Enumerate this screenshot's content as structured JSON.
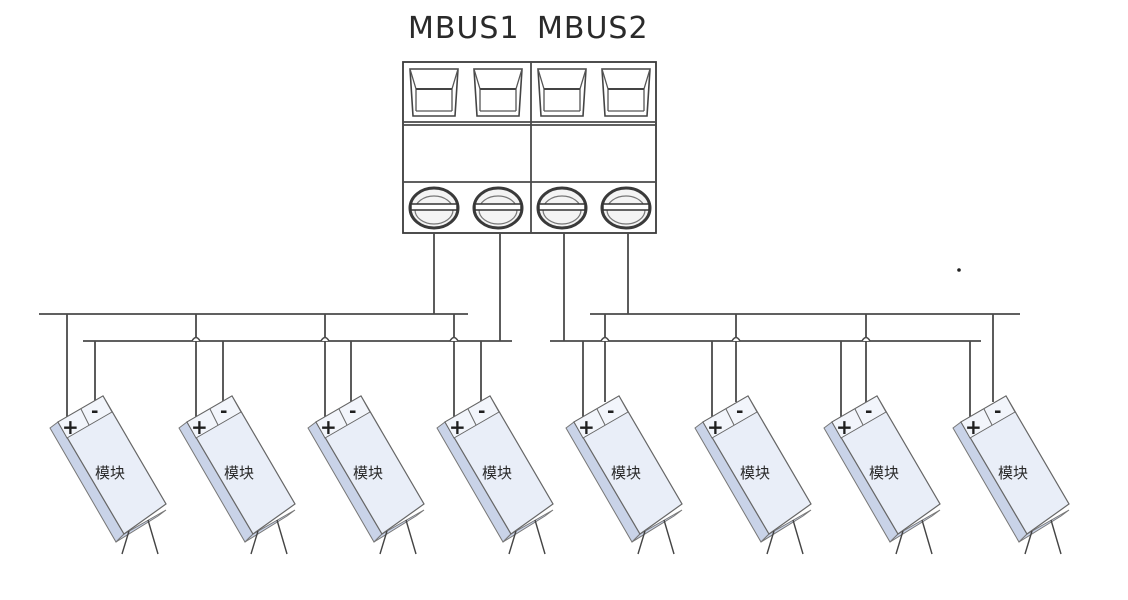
{
  "diagram": {
    "title_left": "MBUS1",
    "title_right": "MBUS2",
    "connector": {
      "name": "MBUS terminal block",
      "terminal_count": 4,
      "groups": [
        "MBUS1",
        "MBUS2"
      ]
    },
    "module_label": "模块",
    "pin_plus": "+",
    "pin_minus": "-",
    "groups": [
      {
        "bus": "MBUS1",
        "modules": [
          {
            "label": "模块",
            "plus": "+",
            "minus": "-"
          },
          {
            "label": "模块",
            "plus": "+",
            "minus": "-"
          },
          {
            "label": "模块",
            "plus": "+",
            "minus": "-"
          },
          {
            "label": "模块",
            "plus": "+",
            "minus": "-"
          }
        ]
      },
      {
        "bus": "MBUS2",
        "modules": [
          {
            "label": "模块",
            "plus": "+",
            "minus": "-"
          },
          {
            "label": "模块",
            "plus": "+",
            "minus": "-"
          },
          {
            "label": "模块",
            "plus": "+",
            "minus": "-"
          },
          {
            "label": "模块",
            "plus": "+",
            "minus": "-"
          }
        ]
      }
    ],
    "colors": {
      "line": "#4a4a4a",
      "module_face": "#e9eef8",
      "module_side": "#c9d3e8",
      "background": "#ffffff"
    }
  }
}
